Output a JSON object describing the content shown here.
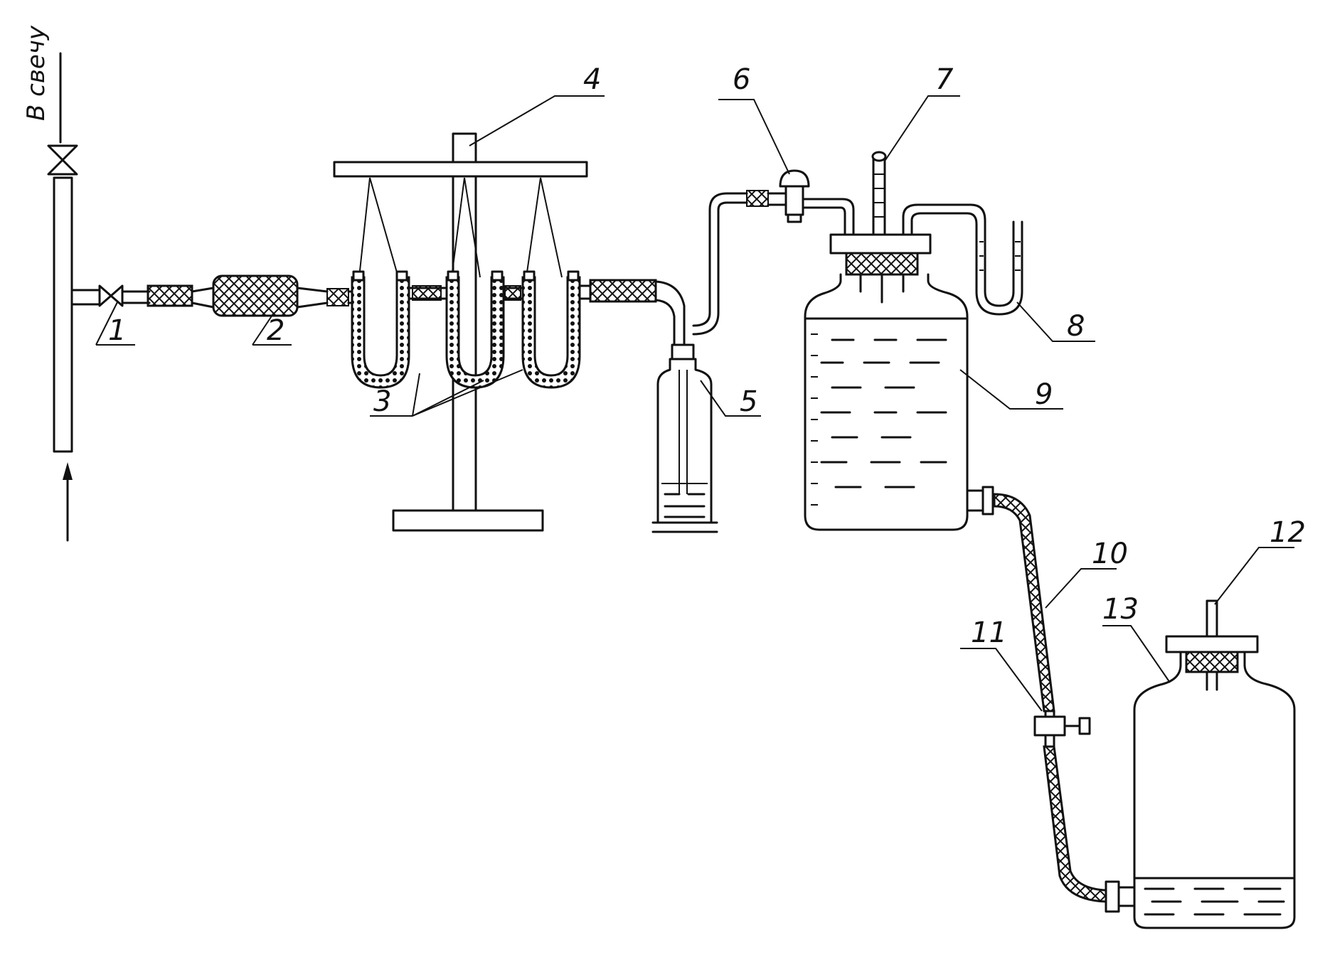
{
  "diagram": {
    "vent_label": "В свечу",
    "labels": [
      "1",
      "2",
      "3",
      "4",
      "5",
      "6",
      "7",
      "8",
      "9",
      "10",
      "11",
      "12",
      "13"
    ]
  },
  "colors": {
    "ink": "#111111",
    "paper": "#ffffff"
  },
  "icons": [
    "arrow-up-icon",
    "valve-icon",
    "stopcock-icon"
  ]
}
